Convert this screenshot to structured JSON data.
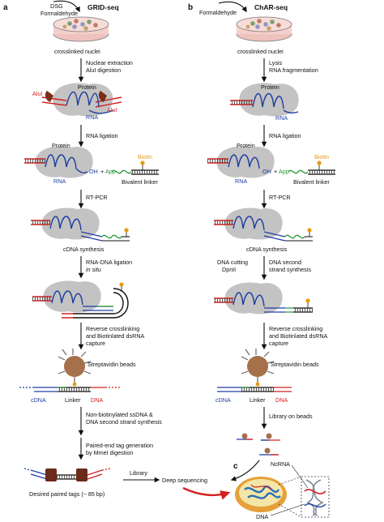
{
  "panels": {
    "a": {
      "letter": "a",
      "title": "GRID-seq",
      "reagents": [
        "DSG",
        "Formaldehyde"
      ],
      "dish_label": "crosslinked nuclei",
      "steps": [
        [
          "Nuclear extraction",
          "AluI digestion"
        ],
        [
          "RNA ligation"
        ],
        [
          "RT-PCR"
        ],
        [
          "RNA-DNA ligation",
          "in situ"
        ],
        [
          "Reverse crosslinking",
          "and Biotinlated dsRNA",
          "capture"
        ],
        [
          "Non-biotinylated ssDNA &",
          "DNA second strand synthesis"
        ],
        [
          "Paired-end tag generation",
          "by MmeI digestion"
        ]
      ],
      "labels": {
        "protein": "Protein",
        "rna": "RNA",
        "alui": "AluI",
        "oh": "OH",
        "plus": "+",
        "app": "App",
        "biotin": "Biotin",
        "bivalent_linker": "Bivalent linker",
        "cdna_synthesis": "cDNA synthesis",
        "streptavidin": "Streptavidin beads",
        "cdna": "cDNA",
        "linker": "Linker",
        "dna": "DNA",
        "paired_tags": "Desired paired tags (~ 85 bp)",
        "library": "Library"
      }
    },
    "b": {
      "letter": "b",
      "title": "ChAR-seq",
      "reagents": [
        "Formaldehyde"
      ],
      "dish_label": "crosslinked nuclei",
      "steps": [
        [
          "Lysis",
          "RNA fragmentation"
        ],
        [
          "RNA ligation"
        ],
        [
          "RT-PCR"
        ],
        [
          "Reverse crosslinking",
          "and Biotinlated dsRNA",
          "capture"
        ],
        [
          "Library on beads"
        ]
      ],
      "split_step": {
        "left": [
          "DNA cutting",
          "DpnII"
        ],
        "right": [
          "DNA second",
          "strand synthesis"
        ]
      },
      "labels": {
        "protein": "Protein",
        "rna": "RNA",
        "oh": "OH",
        "plus": "+",
        "app": "App",
        "biotin": "Biotin",
        "bivalent_linker": "Bivalent linker",
        "cdna_synthesis": "cDNA synthesis",
        "streptavidin": "Streptavidin beads",
        "cdna": "cDNA",
        "linker": "Linker",
        "dna": "DNA"
      }
    },
    "c": {
      "letter": "c",
      "ncrna": "NcRNA",
      "dna": "DNA"
    },
    "deep_sequencing": "Deep sequencing"
  },
  "colors": {
    "rna": "#1f3fa0",
    "dna": "#d42020",
    "linker": "#2a9a3a",
    "biotin": "#e89a10",
    "protein": "#b8b8b8",
    "bead": "#a6704a",
    "arrow_red": "#d42020"
  }
}
